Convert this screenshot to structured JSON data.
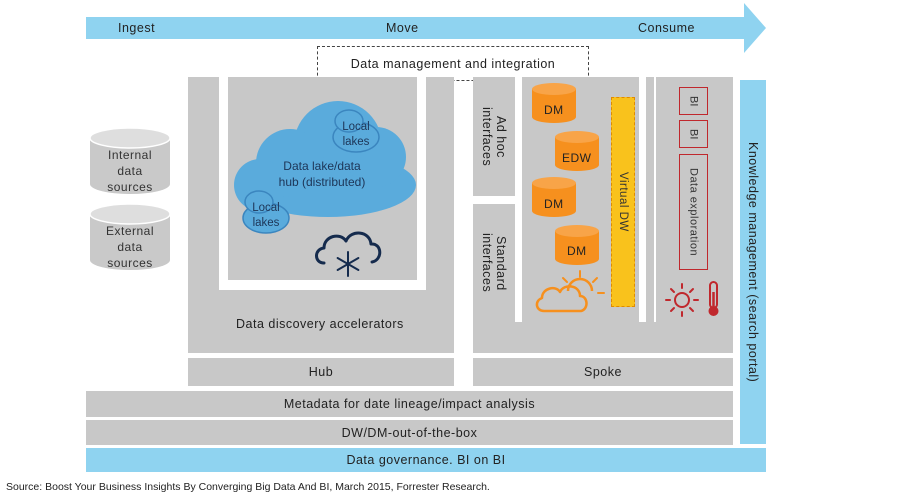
{
  "arrow": {
    "stages": [
      "Ingest",
      "Move",
      "Consume"
    ],
    "color": "#8fd3f0"
  },
  "integration_label": "Data management and integration",
  "sources": {
    "internal": [
      "Internal",
      "data",
      "sources"
    ],
    "external": [
      "External",
      "data",
      "sources"
    ]
  },
  "hub": {
    "cloud_title": [
      "Data lake/data",
      "hub (distributed)"
    ],
    "local_lakes_top": [
      "Local",
      "lakes"
    ],
    "local_lakes_bottom": [
      "Local",
      "lakes"
    ],
    "accelerators": "Data discovery accelerators",
    "label": "Hub"
  },
  "spoke": {
    "adhoc": [
      "Ad hoc",
      "interfaces"
    ],
    "standard": [
      "Standard",
      "interfaces"
    ],
    "marts": [
      "DM",
      "EDW",
      "DM",
      "DM"
    ],
    "virtual_dw": "Virtual DW",
    "bi_boxes": [
      "BI",
      "BI"
    ],
    "exploration": "Data exploration",
    "label": "Spoke"
  },
  "knowledge": "Knowledge management (search portal)",
  "metadata": "Metadata for date lineage/impact analysis",
  "dwdm": "DW/DM-out-of-the-box",
  "governance": "Data governance. BI on BI",
  "source_note": "Source: Boost Your Business Insights By Converging Big Data And BI, March 2015, Forrester Research.",
  "colors": {
    "accent_blue": "#8fd3f0",
    "cloud_blue": "#5aabdc",
    "cloud_outline": "#3b86bf",
    "mart_orange": "#f6901e",
    "virtual_yellow": "#f9c21c",
    "panel_gray": "#c8c8c8",
    "drum_gray": "#c9c9c9",
    "bi_red": "#c0282d"
  },
  "icons": [
    "snow-cloud-icon",
    "sun-cloud-icon",
    "sun-icon",
    "thermometer-icon"
  ]
}
